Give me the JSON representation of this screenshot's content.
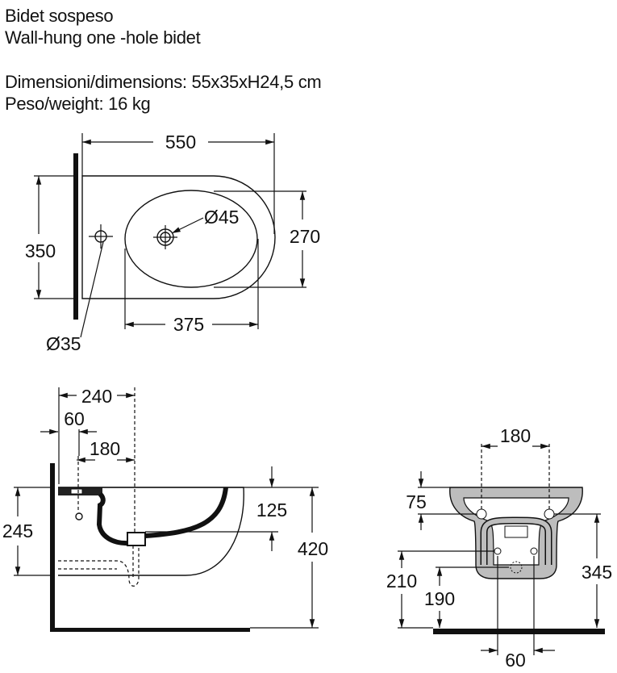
{
  "header": {
    "name_it": "Bidet sospeso",
    "name_en": "Wall-hung one -hole bidet",
    "dimensions": "Dimensioni/dimensions: 55x35xH24,5 cm",
    "weight": "Peso/weight: 16 kg"
  },
  "top_view": {
    "length": "550",
    "depth": "350",
    "basin_width": "270",
    "basin_length": "375",
    "tap_hole": "Ø45",
    "fixing_hole": "Ø35"
  },
  "side_view": {
    "drain_from_wall": "240",
    "fixing_from_wall": "60",
    "fixing_to_drain": "180",
    "basin_depth": "125",
    "height": "245",
    "rim_height": "420"
  },
  "front_view": {
    "fixing_spacing": "180",
    "fixing_below_rim": "75",
    "fixing_height": "345",
    "supply_height": "210",
    "drain_height": "190",
    "supply_spacing": "60"
  }
}
